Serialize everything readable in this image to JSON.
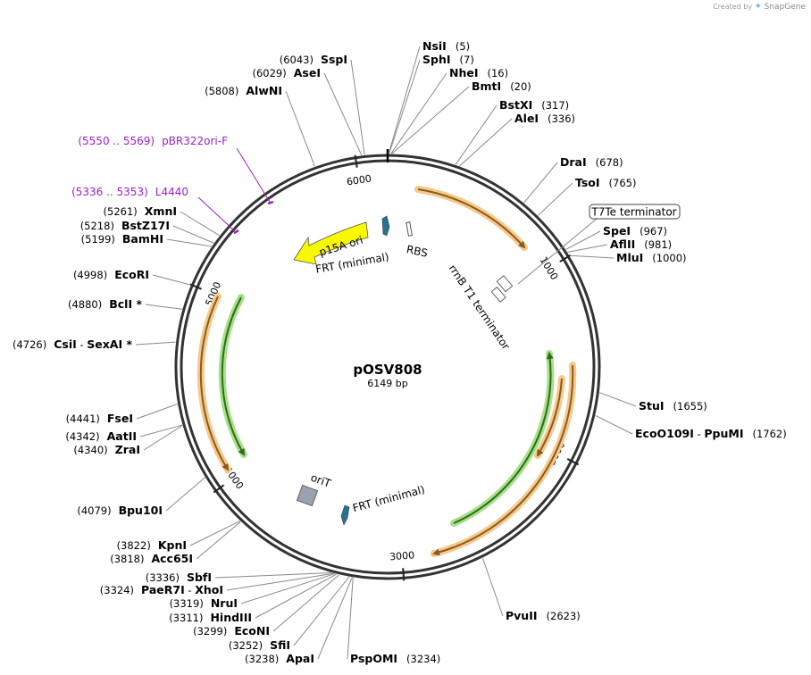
{
  "credit": {
    "created_by": "Created by",
    "brand": "SnapGene"
  },
  "plasmid": {
    "name": "pOSV808",
    "length_label": "6149 bp",
    "length": 6149
  },
  "ticks": [
    {
      "bp": 1000,
      "label": "1000"
    },
    {
      "bp": 2000,
      "label": "2000"
    },
    {
      "bp": 3000,
      "label": "3000"
    },
    {
      "bp": 4000,
      "label": "4000"
    },
    {
      "bp": 5000,
      "label": "5000"
    },
    {
      "bp": 6000,
      "label": "6000"
    }
  ],
  "sites_right": [
    {
      "id": "nsii",
      "parts": [
        {
          "name": "NsiI",
          "pos": "(5)"
        }
      ],
      "bp": 5
    },
    {
      "id": "sphi",
      "parts": [
        {
          "name": "SphI",
          "pos": "(7)"
        }
      ],
      "bp": 7
    },
    {
      "id": "nhei",
      "parts": [
        {
          "name": "NheI",
          "pos": "(16)"
        }
      ],
      "bp": 16
    },
    {
      "id": "bmti",
      "parts": [
        {
          "name": "BmtI",
          "pos": "(20)"
        }
      ],
      "bp": 20
    },
    {
      "id": "bstxi",
      "parts": [
        {
          "name": "BstXI",
          "pos": "(317)"
        }
      ],
      "bp": 317
    },
    {
      "id": "alei",
      "parts": [
        {
          "name": "AleI",
          "pos": "(336)"
        }
      ],
      "bp": 336
    },
    {
      "id": "drai",
      "parts": [
        {
          "name": "DraI",
          "pos": "(678)"
        }
      ],
      "bp": 678
    },
    {
      "id": "tsoi",
      "parts": [
        {
          "name": "TsoI",
          "pos": "(765)"
        }
      ],
      "bp": 765
    },
    {
      "id": "spei",
      "parts": [
        {
          "name": "SpeI",
          "pos": "(967)"
        }
      ],
      "bp": 967
    },
    {
      "id": "aflii",
      "parts": [
        {
          "name": "AflII",
          "pos": "(981)"
        }
      ],
      "bp": 981
    },
    {
      "id": "mlui",
      "parts": [
        {
          "name": "MluI",
          "pos": "(1000)"
        }
      ],
      "bp": 1000
    },
    {
      "id": "stui",
      "parts": [
        {
          "name": "StuI",
          "pos": "(1655)"
        }
      ],
      "bp": 1655
    },
    {
      "id": "eco109i",
      "parts": [
        {
          "name": "EcoO109I",
          "pos": ""
        },
        {
          "name": "PpuMI",
          "pos": "(1762)"
        }
      ],
      "sep": "-",
      "bp": 1762
    },
    {
      "id": "pvuii",
      "parts": [
        {
          "name": "PvuII",
          "pos": "(2623)"
        }
      ],
      "bp": 2623
    },
    {
      "id": "pspomi",
      "parts": [
        {
          "name": "PspOMI",
          "pos": "(3234)"
        }
      ],
      "bp": 3234
    }
  ],
  "sites_left": [
    {
      "id": "apai",
      "parts": [
        {
          "name": "ApaI",
          "pos": "(3238)"
        }
      ],
      "bp": 3238
    },
    {
      "id": "sfii",
      "parts": [
        {
          "name": "SfiI",
          "pos": "(3252)"
        }
      ],
      "bp": 3252
    },
    {
      "id": "econi",
      "parts": [
        {
          "name": "EcoNI",
          "pos": "(3299)"
        }
      ],
      "bp": 3299
    },
    {
      "id": "hindiii",
      "parts": [
        {
          "name": "HindIII",
          "pos": "(3311)"
        }
      ],
      "bp": 3311
    },
    {
      "id": "nrui",
      "parts": [
        {
          "name": "NruI",
          "pos": "(3319)"
        }
      ],
      "bp": 3319
    },
    {
      "id": "paer7i",
      "parts": [
        {
          "name": "PaeR7I",
          "pos": "(3324)"
        },
        {
          "name": "XhoI",
          "pos": ""
        }
      ],
      "sep": "-",
      "bp": 3324
    },
    {
      "id": "sbfi",
      "parts": [
        {
          "name": "SbfI",
          "pos": "(3336)"
        }
      ],
      "bp": 3336
    },
    {
      "id": "acc65i",
      "parts": [
        {
          "name": "Acc65I",
          "pos": "(3818)"
        }
      ],
      "bp": 3818
    },
    {
      "id": "kpni",
      "parts": [
        {
          "name": "KpnI",
          "pos": "(3822)"
        }
      ],
      "bp": 3822
    },
    {
      "id": "bpu10i",
      "parts": [
        {
          "name": "Bpu10I",
          "pos": "(4079)"
        }
      ],
      "bp": 4079
    },
    {
      "id": "zrai",
      "parts": [
        {
          "name": "ZraI",
          "pos": "(4340)"
        }
      ],
      "bp": 4340
    },
    {
      "id": "aatii",
      "parts": [
        {
          "name": "AatII",
          "pos": "(4342)"
        }
      ],
      "bp": 4342
    },
    {
      "id": "fsei",
      "parts": [
        {
          "name": "FseI",
          "pos": "(4441)"
        }
      ],
      "bp": 4441
    },
    {
      "id": "csii",
      "parts": [
        {
          "name": "CsiI",
          "pos": "(4726)"
        },
        {
          "name": "SexAI *",
          "pos": ""
        }
      ],
      "sep": "-",
      "bp": 4726
    },
    {
      "id": "bcli",
      "parts": [
        {
          "name": "BclI *",
          "pos": "(4880)"
        }
      ],
      "bp": 4880
    },
    {
      "id": "ecori",
      "parts": [
        {
          "name": "EcoRI",
          "pos": "(4998)"
        }
      ],
      "bp": 4998
    },
    {
      "id": "bamhi",
      "parts": [
        {
          "name": "BamHI",
          "pos": "(5199)"
        }
      ],
      "bp": 5199
    },
    {
      "id": "bstz17i",
      "parts": [
        {
          "name": "BstZ17I",
          "pos": "(5218)"
        }
      ],
      "bp": 5218
    },
    {
      "id": "xmni",
      "parts": [
        {
          "name": "XmnI",
          "pos": "(5261)"
        }
      ],
      "bp": 5261
    },
    {
      "id": "alwni",
      "parts": [
        {
          "name": "AlwNI",
          "pos": "(5808)"
        }
      ],
      "bp": 5808
    },
    {
      "id": "asei",
      "parts": [
        {
          "name": "AseI",
          "pos": "(6029)"
        }
      ],
      "bp": 6029
    },
    {
      "id": "sspi",
      "parts": [
        {
          "name": "SspI",
          "pos": "(6043)"
        }
      ],
      "bp": 6043
    }
  ],
  "primers": [
    {
      "id": "pbr322ori-f",
      "range": "(5550 .. 5569)",
      "name": "pBR322ori-F",
      "bp": 5560
    },
    {
      "id": "l4440",
      "range": "(5336 .. 5353)",
      "name": "L4440",
      "bp": 5345
    }
  ],
  "features": {
    "t7te_terminator": "T7Te terminator",
    "rrnb_t1_terminator": "rrnB T1 terminator",
    "rbs": "RBS",
    "frt_top": "FRT (minimal)",
    "frt_bottom": "FRT (minimal)",
    "p15a_ori": "p15A ori",
    "orit": "oriT"
  },
  "colors": {
    "backbone": "#333333",
    "orange_arrow": "#8a5a1e",
    "orange_glow": "#f6c98a",
    "green_arrow": "#2e6b1a",
    "green_glow": "#a8e08a",
    "ori": "#f8f800",
    "frt": "#2f6f8f",
    "orit": "#9aa3ad",
    "primer": "#9b1fc8"
  }
}
